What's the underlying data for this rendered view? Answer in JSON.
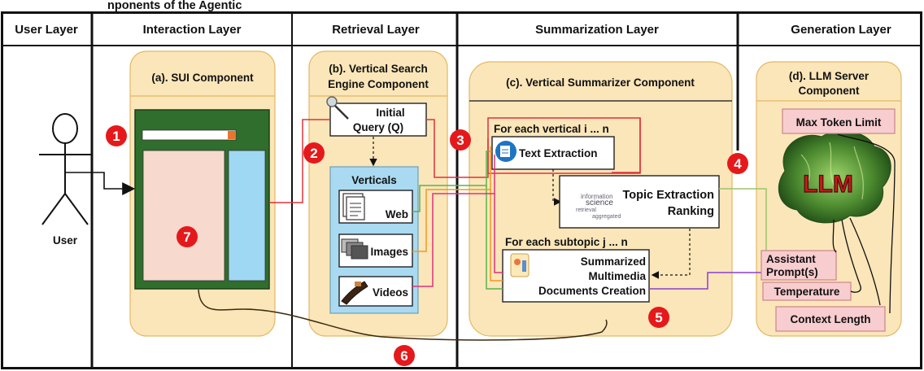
{
  "top_fragment": "nponents of the Agentic",
  "layers": [
    "User Layer",
    "Interaction Layer",
    "Retrieval Layer",
    "Summarization Layer",
    "Generation Layer"
  ],
  "user_label": "User",
  "components": {
    "sui": "(a). SUI Component",
    "search_engine": [
      "(b). Vertical Search",
      "Engine Component"
    ],
    "summarizer": "(c). Vertical Summarizer Component",
    "llm_server": [
      "(d). LLM Server",
      "Component"
    ]
  },
  "initial_query": [
    "Initial",
    "Query (Q)"
  ],
  "verticals_title": "Verticals",
  "verticals": [
    "Web",
    "Images",
    "Videos"
  ],
  "for_each_vertical": "For each vertical i ... n",
  "text_extraction": "Text Extraction",
  "topic_extraction": [
    "Topic Extraction",
    "Ranking"
  ],
  "for_each_subtopic": "For each subtopic j ... n",
  "summarized_docs": [
    "Summarized",
    "Multimedia",
    "Documents Creation"
  ],
  "llm_label": "LLM",
  "llm_params": {
    "max_token": "Max Token Limit",
    "assistant": [
      "Assistant",
      "Prompt(s)"
    ],
    "temperature": "Temperature",
    "context": "Context Length"
  },
  "step_numbers": [
    "1",
    "2",
    "3",
    "4",
    "5",
    "6",
    "7"
  ],
  "colors": {
    "panel_fill": "#fbe6b9",
    "verticals_fill": "#a9daf2",
    "sui_green": "#2f6e2c",
    "sui_pink": "#f7d9cd",
    "sui_blue": "#9fd8f3",
    "badge_red": "#e5191b",
    "param_pink": "#f8cdd0",
    "query_line": "#e0303a",
    "web_line": "#59b34a",
    "images_line": "#f09a22",
    "videos_line": "#e0317a",
    "topic_line": "#9bc46b",
    "prompt_line": "#8b3fd0",
    "feedback_line": "#3a2a10"
  },
  "icons": [
    "user-stick-figure-icon",
    "magnifier-icon",
    "document-icon",
    "photos-icon",
    "film-strip-icon",
    "text-extraction-icon",
    "word-cloud-icon",
    "multimedia-doc-icon",
    "llm-brain-icon"
  ]
}
